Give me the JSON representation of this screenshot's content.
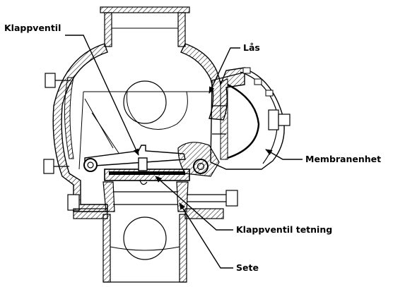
{
  "diagram": {
    "labels": {
      "flap_valve": "Klappventil",
      "lock": "Lås",
      "diaphragm_unit": "Membranenhet",
      "flap_valve_seal": "Klappventil tetning",
      "seat": "Sete"
    }
  }
}
